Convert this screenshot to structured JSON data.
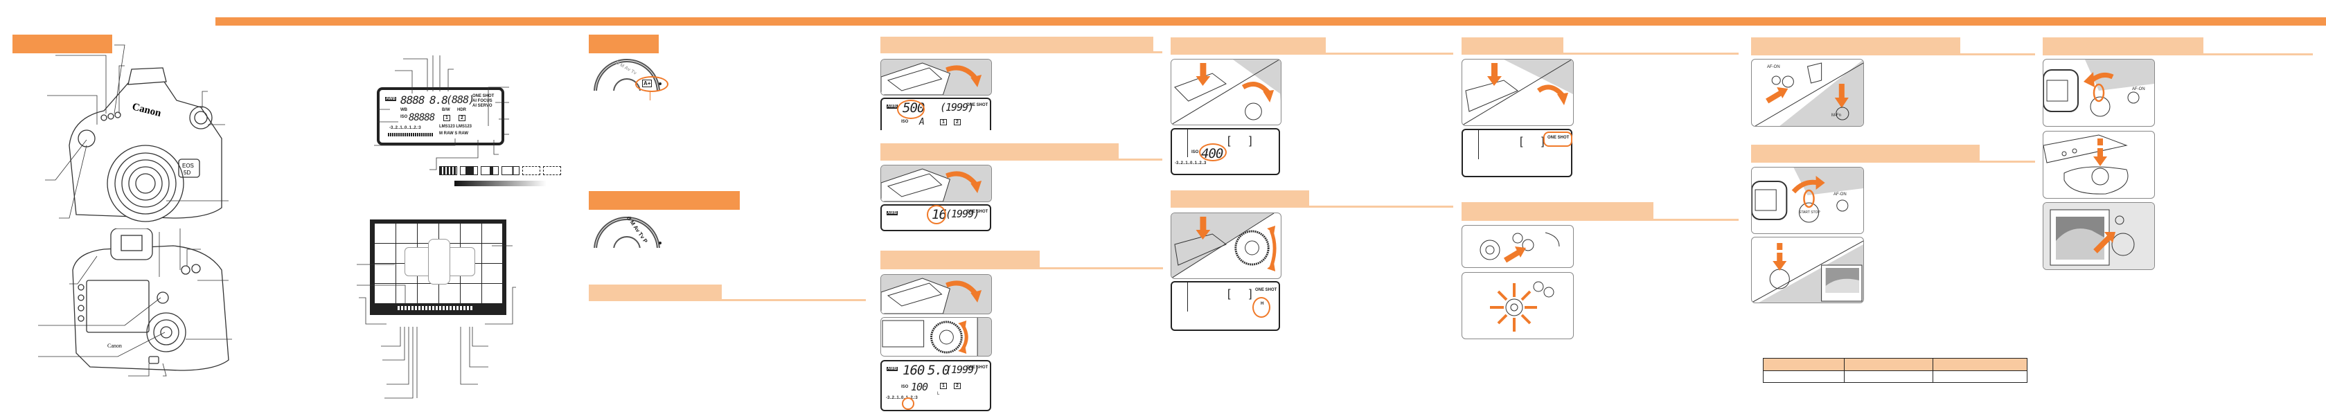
{
  "colors": {
    "accent": "#f5954a",
    "accent_light": "#f9caa0",
    "arrow": "#f07a2a"
  },
  "camera_front": {
    "brand": "Canon",
    "model_line1": "EOS",
    "model_line2": "5D"
  },
  "camera_back": {
    "brand": "Canon"
  },
  "top_lcd_panel": {
    "awb": "AWB",
    "shutter": "8888",
    "aperture": "8.8",
    "shots": "(888)",
    "one_shot": "ONE SHOT",
    "ai_focus": "AI FOCUS",
    "ai_servo": "AI SERVO",
    "wb": "WB",
    "bw": "B/W",
    "hdr": "HDR",
    "iso": "ISO",
    "iso_value": "88888",
    "card1": "1",
    "card2": "2",
    "exposure_scale": "-3..2..1..0..1..2.:3",
    "quality": "LMS123 LMS123",
    "raw": "M RAW  S RAW"
  },
  "mode_dial_auto": {
    "modes": "B M Av Tv",
    "selected": "A+"
  },
  "mode_dial_creative": {
    "modes": "B M Av Tv P"
  },
  "lcd_shutter": {
    "awb": "AWB",
    "value": "500",
    "shots": "(1999)",
    "af": "ONE SHOT",
    "iso": "ISO",
    "iso_value": "A",
    "card1": "1",
    "card2": "2"
  },
  "lcd_aperture": {
    "awb": "AWB",
    "value": "16",
    "shots": "(1999)",
    "af": "ONE SHOT"
  },
  "lcd_manual": {
    "awb": "AWB",
    "shutter": "160",
    "aperture": "5.0",
    "shots": "(1999)",
    "af": "ONE SHOT",
    "iso": "ISO",
    "iso_value": "100",
    "card1": "1",
    "card2": "2",
    "scale": "-3..2..1..0..1..2.:3",
    "quality": "L"
  },
  "lcd_iso": {
    "iso": "ISO",
    "value": "400",
    "scale": "-3..2..1..0..1..2..3"
  },
  "lcd_af": {
    "af": "ONE SHOT"
  },
  "lcd_drive": {
    "af": "ONE SHOT",
    "drive": "H"
  },
  "buttons": {
    "af_on": "AF-ON",
    "m_fn": "M-Fn",
    "start_stop": "START STOP"
  }
}
